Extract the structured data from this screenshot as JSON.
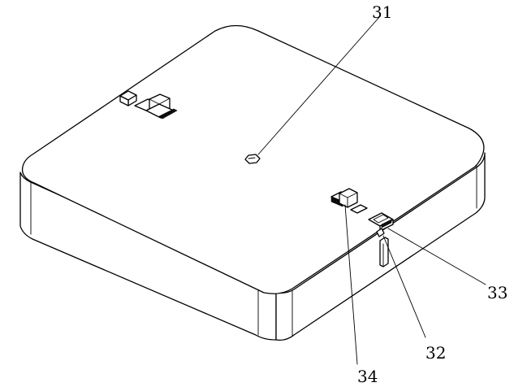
{
  "labels": {
    "callout_31": "31",
    "callout_32": "32",
    "callout_33": "33",
    "callout_34": "34"
  },
  "colors": {
    "line": "#000000",
    "background": "#ffffff"
  }
}
